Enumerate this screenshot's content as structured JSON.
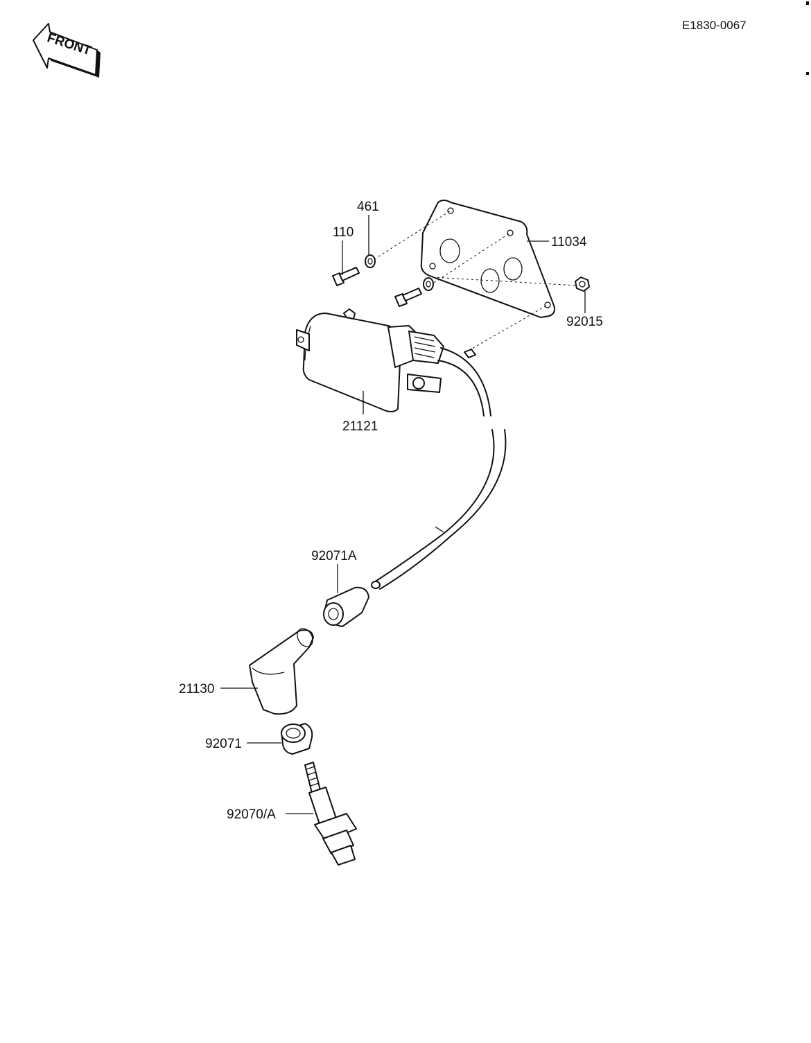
{
  "drawing_code": "E1830-0067",
  "front_badge": "FRONT",
  "parts": {
    "bolt": "110",
    "washer": "461",
    "bracket": "11034",
    "nut": "92015",
    "ignition_coil": "21121",
    "cap_upper": "92071A",
    "plug_cap": "21130",
    "cap_lower": "92071",
    "spark_plug": "92070/A"
  }
}
